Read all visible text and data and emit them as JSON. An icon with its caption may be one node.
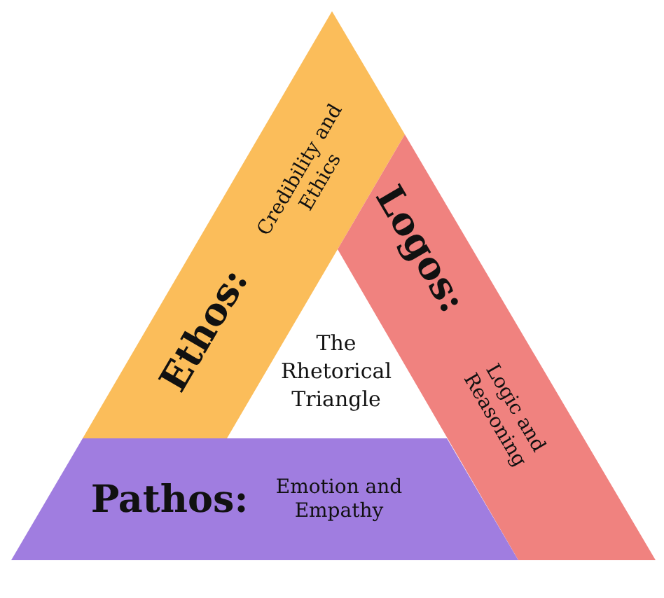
{
  "diagram": {
    "nodes": [
      {
        "text": [
          "Ethos:",
          "Credibility and Ethics"
        ]
      },
      {
        "text": [
          "Logos:",
          "Logic and Reasoning"
        ]
      },
      {
        "text": [
          "Pathos:",
          "Emotion and Empathy"
        ]
      }
    ],
    "labels": [
      "The Rhetorical Triangle"
    ]
  }
}
